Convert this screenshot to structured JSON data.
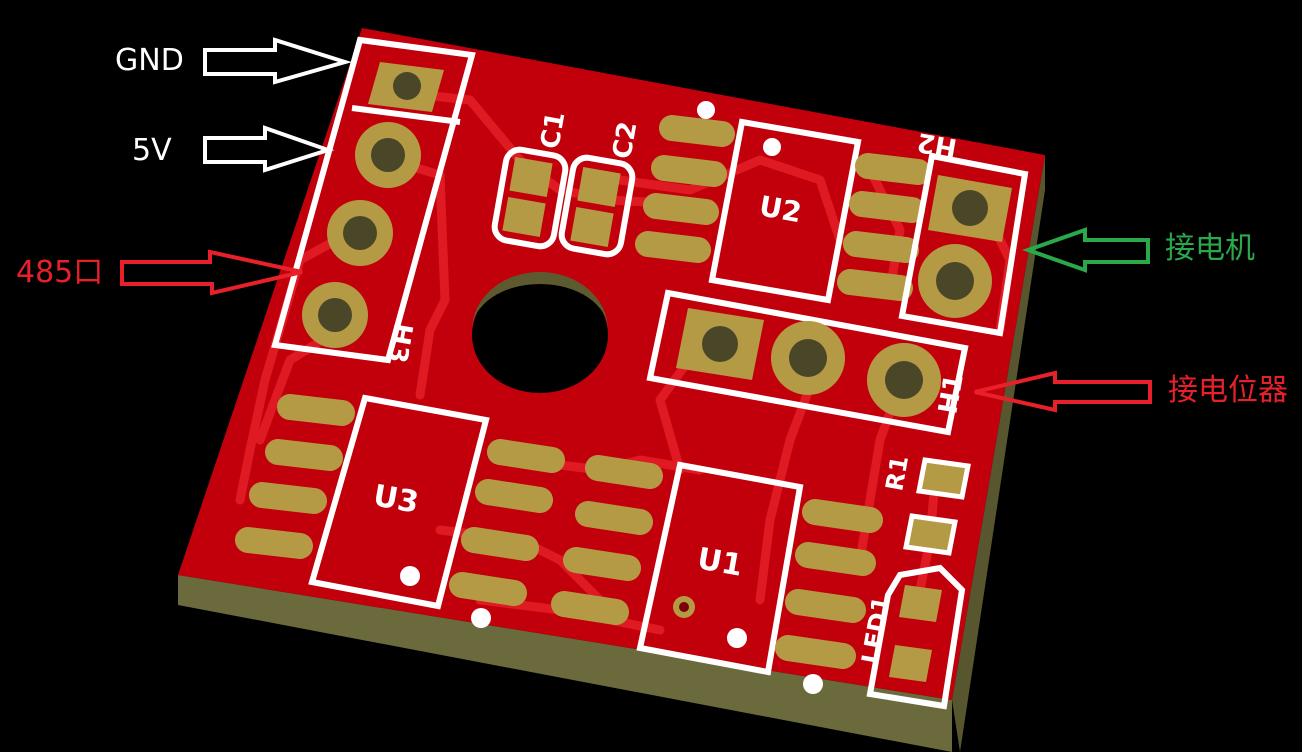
{
  "annotations": {
    "gnd": {
      "text": "GND",
      "color": "#ffffff"
    },
    "v5": {
      "text": "5V",
      "color": "#ffffff"
    },
    "rs485": {
      "text": "485口",
      "color": "#e8202a"
    },
    "motor": {
      "text": "接电机",
      "color": "#2aa84a"
    },
    "pot": {
      "text": "接电位器",
      "color": "#e8202a"
    }
  },
  "silkscreen": {
    "c1": "C1",
    "c2": "C2",
    "u2": "U2",
    "h2": "H2",
    "h3": "H3",
    "h1": "H1",
    "u3": "U3",
    "u1": "U1",
    "r1": "R1",
    "led1": "LED1"
  },
  "colors": {
    "board": "#c1000c",
    "board_shade": "#9a0008",
    "trace": "#e01a22",
    "edge": "#6b6a3c",
    "pad": "#b59a45",
    "hole": "#4a4628",
    "silk": "#ffffff"
  }
}
